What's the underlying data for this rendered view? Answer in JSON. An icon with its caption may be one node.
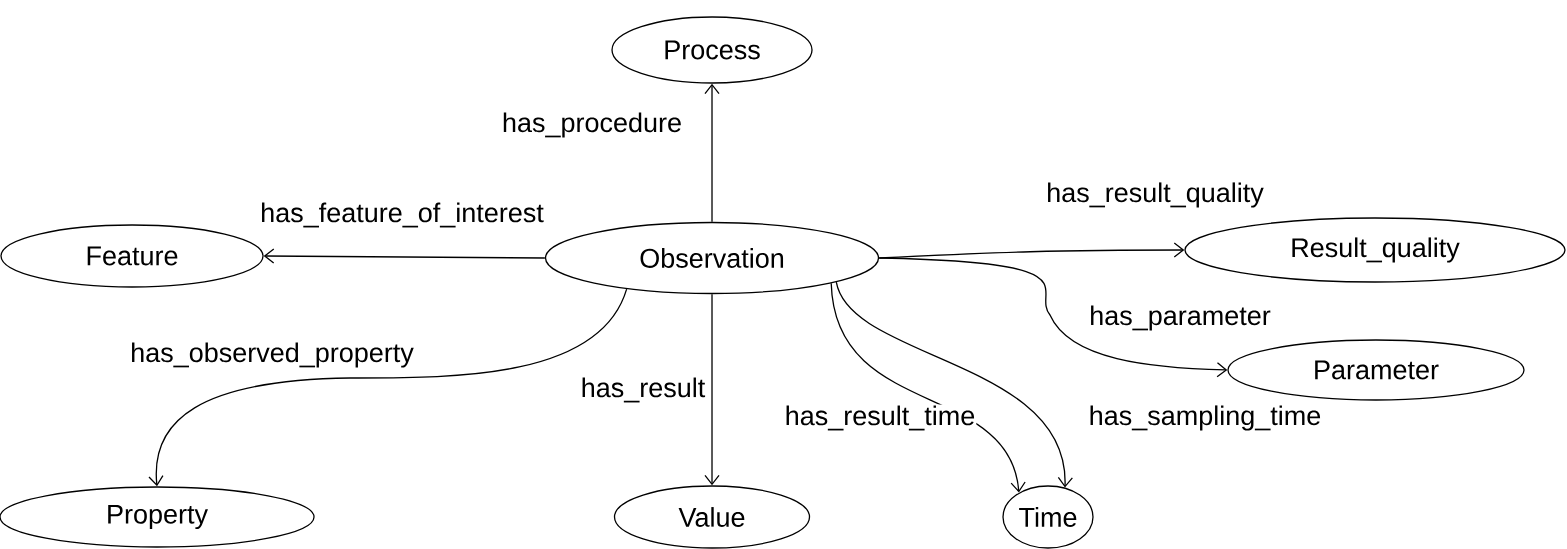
{
  "diagram": {
    "nodes": [
      {
        "text": [
          "Process"
        ]
      },
      {
        "text": [
          "Feature"
        ]
      },
      {
        "text": [
          "Observation"
        ]
      },
      {
        "text": [
          "Result_quality"
        ]
      },
      {
        "text": [
          "Parameter"
        ]
      },
      {
        "text": [
          "Property"
        ]
      },
      {
        "text": [
          "Value"
        ]
      },
      {
        "text": [
          "Time"
        ]
      }
    ],
    "edges": [
      {
        "from": 2,
        "to": 0,
        "arrow": "to",
        "label": "has_procedure"
      },
      {
        "from": 2,
        "to": 1,
        "arrow": "to",
        "label": "has_feature_of_interest"
      },
      {
        "from": 2,
        "to": 3,
        "arrow": "to",
        "label": "has_result_quality"
      },
      {
        "from": 2,
        "to": 4,
        "arrow": "to",
        "label": "has_parameter"
      },
      {
        "from": 2,
        "to": 5,
        "arrow": "to",
        "label": "has_observed_property"
      },
      {
        "from": 2,
        "to": 6,
        "arrow": "to",
        "label": "has_result"
      },
      {
        "from": 2,
        "to": 7,
        "arrow": "to",
        "label": "has_result_time"
      },
      {
        "from": 2,
        "to": 7,
        "arrow": "to",
        "label": "has_sampling_time"
      }
    ]
  }
}
